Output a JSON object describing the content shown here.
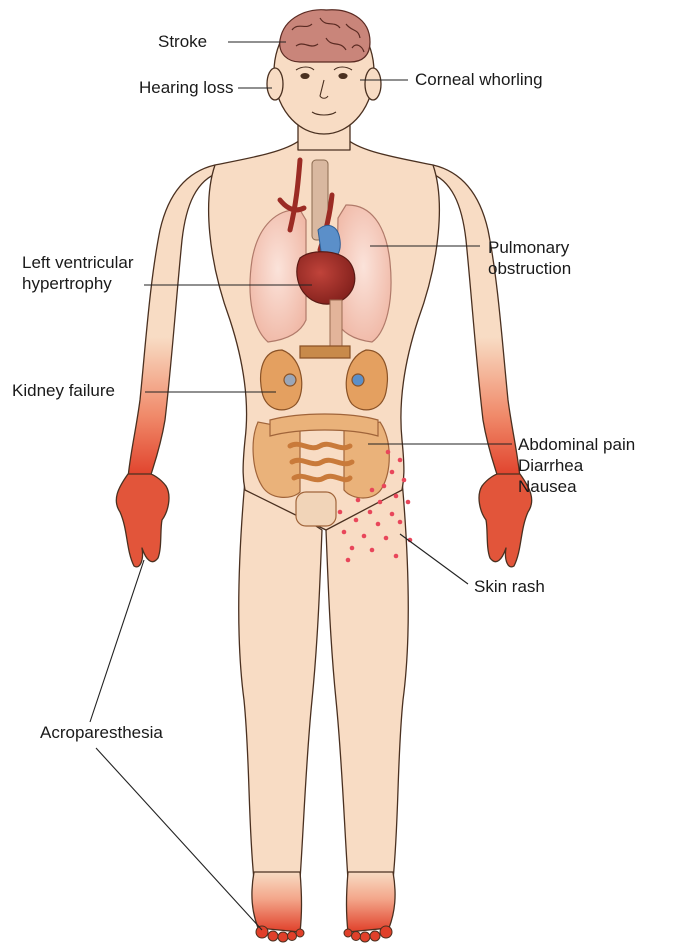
{
  "colors": {
    "skin": "#f8dcc4",
    "skin_outline": "#4a3020",
    "symptom_red": "#e0402a",
    "heart": "#9b2b24",
    "lung": "#f3c6b8",
    "kidney": "#e4a060",
    "intestine": "#eab27a",
    "rash_dot": "#e8465a",
    "brain": "#c9857a",
    "leader_line": "#222222"
  },
  "labels": {
    "stroke": "Stroke",
    "hearing_loss": "Hearing loss",
    "corneal_whorling": "Corneal whorling",
    "lvh_line1": "Left ventricular",
    "lvh_line2": "hypertrophy",
    "pulmonary_line1": "Pulmonary",
    "pulmonary_line2": "obstruction",
    "kidney_failure": "Kidney failure",
    "gi_line1": "Abdominal pain",
    "gi_line2": "Diarrhea",
    "gi_line3": "Nausea",
    "skin_rash": "Skin rash",
    "acroparesthesia": "Acroparesthesia"
  }
}
